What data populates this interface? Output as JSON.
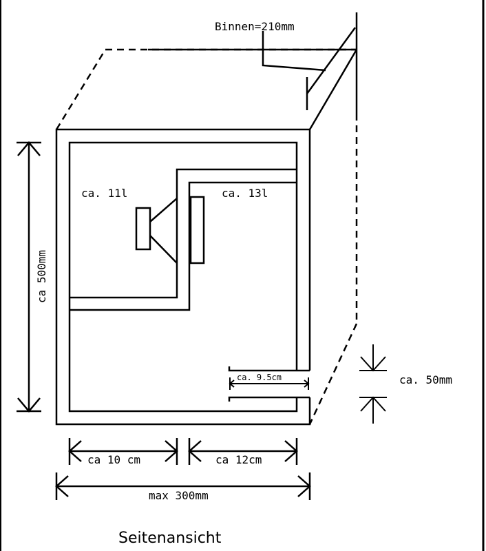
{
  "labels": {
    "inner_width": "Binnen=210mm",
    "chamber_left": "ca. 11l",
    "chamber_right": "ca. 13l",
    "height": "ca 500mm",
    "port_width": "ca. 9.5cm",
    "port_height": "ca. 50mm",
    "width_left": "ca 10 cm",
    "width_right": "ca 12cm",
    "total_width": "max 300mm",
    "title": "Seitenansicht"
  }
}
